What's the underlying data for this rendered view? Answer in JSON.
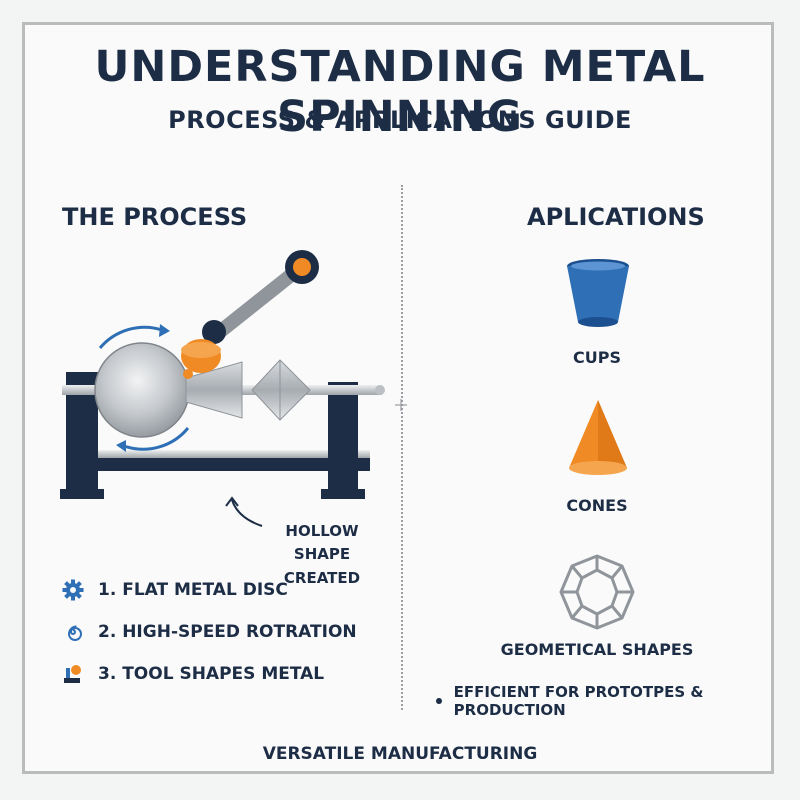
{
  "header": {
    "title": "UNDERSTANDING METAL SPINNING",
    "subtitle": "PROCESS & APPLICATIONS GUIDE"
  },
  "process": {
    "heading": "THE PROCESS",
    "callout": "HOLLOW SHAPE CREATED",
    "steps": [
      {
        "label": "1. FLAT METAL DISC",
        "icon": "gear-icon"
      },
      {
        "label": "2. HIGH-SPEED ROTRATION",
        "icon": "spiral-icon"
      },
      {
        "label": "3. TOOL SHAPES METAL",
        "icon": "tool-icon"
      }
    ]
  },
  "applications": {
    "heading": "APLICATIONS",
    "items": [
      {
        "label": "CUPS",
        "icon": "cup-icon"
      },
      {
        "label": "CONES",
        "icon": "cone-icon"
      },
      {
        "label": "GEOMETICAL SHAPES",
        "icon": "geometric-shape-icon"
      }
    ],
    "note": "EFFICIENT FOR PROTOTPES & PRODUCTION"
  },
  "footer": "VERSATILE MANUFACTURING",
  "colors": {
    "navy": "#1c2d45",
    "orange": "#f08a24",
    "blue": "#2e6fb5",
    "steel": "#9ea3a8"
  }
}
